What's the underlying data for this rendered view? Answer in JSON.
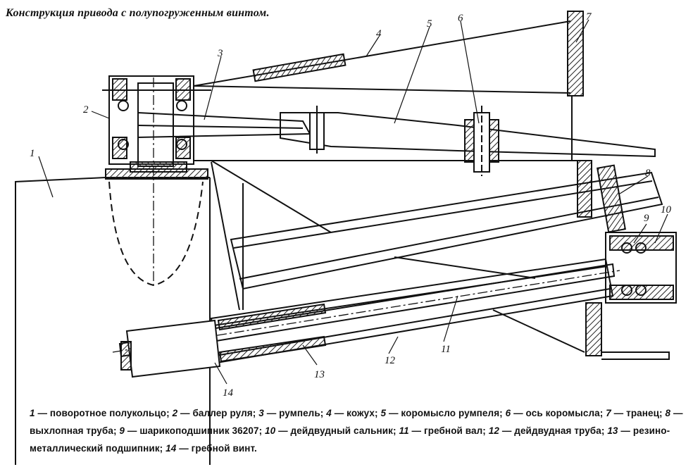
{
  "title": "Конструкция привода с полупогруженным винтом.",
  "callouts": [
    "1",
    "2",
    "3",
    "4",
    "5",
    "6",
    "7",
    "8",
    "9",
    "10",
    "11",
    "12",
    "13",
    "14"
  ],
  "legend": [
    {
      "n": "1",
      "text": "— поворотное полукольцо;"
    },
    {
      "n": "2",
      "text": "— баллер руля;"
    },
    {
      "n": "3",
      "text": "— румпель;"
    },
    {
      "n": "4",
      "text": "— кожух;"
    },
    {
      "n": "5",
      "text": "— коромысло румпеля;"
    },
    {
      "n": "6",
      "text": "— ось коромысла;"
    },
    {
      "n": "7",
      "text": "— транец;"
    },
    {
      "n": "8",
      "text": "— выхлопная труба;"
    },
    {
      "n": "9",
      "text": "— шарикоподшипник 36207;"
    },
    {
      "n": "10",
      "text": "— дейдвудный сальник;"
    },
    {
      "n": "11",
      "text": "— гребной вал;"
    },
    {
      "n": "12",
      "text": "— дейдвудная труба;"
    },
    {
      "n": "13",
      "text": "— резино-металлический подшипник;"
    },
    {
      "n": "14",
      "text": "— гребной винт."
    }
  ]
}
